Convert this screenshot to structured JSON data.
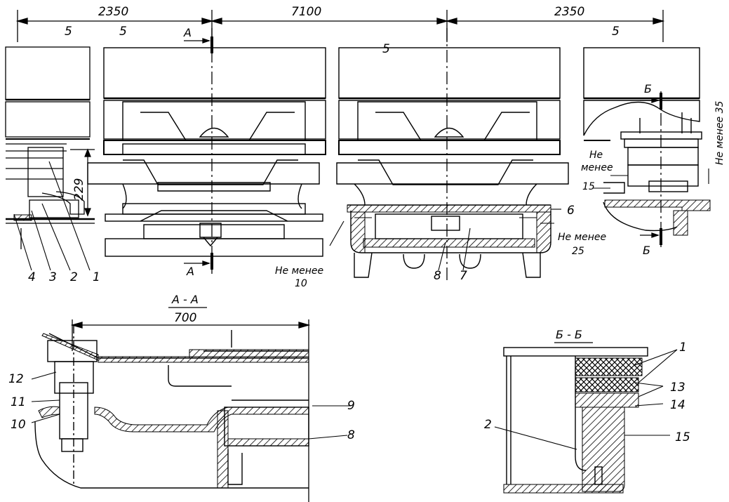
{
  "dimensions": {
    "left_span": "2350",
    "middle_span": "7100",
    "right_span": "2350",
    "height_229": "229",
    "section_width_700": "700"
  },
  "sections": {
    "a_a": "А - А",
    "b_b": "Б - Б",
    "a": "А",
    "b": "Б"
  },
  "notes": {
    "not_less_10_line1": "Не менее",
    "not_less_10_line2": "10",
    "not_less_25_line1": "Не менее",
    "not_less_25_line2": "25",
    "not_less_35": "Не менее 35",
    "not_less_15_line1": "Не",
    "not_less_15_line2": "менее",
    "not_less_15_value": "15"
  },
  "part_labels": {
    "p1": "1",
    "p2": "2",
    "p3": "3",
    "p4": "4",
    "p5": "5",
    "p6": "6",
    "p7": "7",
    "p8": "8",
    "p9": "9",
    "p10": "10",
    "p11": "11",
    "p12": "12",
    "p13": "13",
    "p14": "14",
    "p15": "15"
  }
}
